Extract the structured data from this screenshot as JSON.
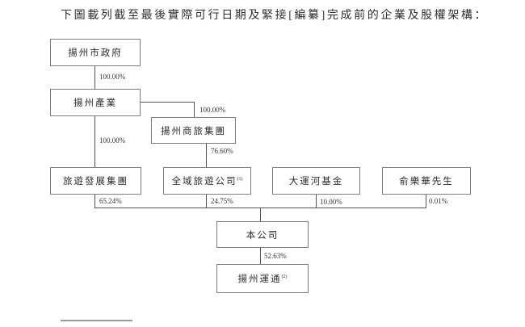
{
  "title": "下圖載列截至最後實際可行日期及緊接[編纂]完成前的企業及股權架構：",
  "diagram": {
    "nodes": [
      {
        "id": "yangzhou-government",
        "label": "揚州市政府",
        "sup": ""
      },
      {
        "id": "yangzhou-industry",
        "label": "揚州產業",
        "sup": ""
      },
      {
        "id": "yangzhou-shanglv-group",
        "label": "揚州商旅集團",
        "sup": ""
      },
      {
        "id": "tourism-development-group",
        "label": "旅遊發展集團",
        "sup": ""
      },
      {
        "id": "quanyu-tourism-company",
        "label": "全域旅遊公司",
        "sup": "(1)"
      },
      {
        "id": "grand-canal-fund",
        "label": "大運河基金",
        "sup": ""
      },
      {
        "id": "mr-yu-lehua",
        "label": "俞樂華先生",
        "sup": ""
      },
      {
        "id": "the-company",
        "label": "本公司",
        "sup": ""
      },
      {
        "id": "yangzhou-yuntong",
        "label": "揚州運通",
        "sup": "(2)"
      }
    ],
    "ownership_labels": [
      {
        "id": "government-to-industry",
        "text": "100.00%"
      },
      {
        "id": "industry-to-shanglv",
        "text": "100.00%"
      },
      {
        "id": "industry-to-tourism-dev",
        "text": "100.00%"
      },
      {
        "id": "shanglv-to-quanyu",
        "text": "76.60%"
      },
      {
        "id": "tourism-dev-to-company",
        "text": "65.24%"
      },
      {
        "id": "quanyu-to-company",
        "text": "24.75%"
      },
      {
        "id": "fund-to-company",
        "text": "10.00%"
      },
      {
        "id": "yu-to-company",
        "text": "0.01%"
      },
      {
        "id": "company-to-yuntong",
        "text": "52.63%"
      }
    ]
  }
}
